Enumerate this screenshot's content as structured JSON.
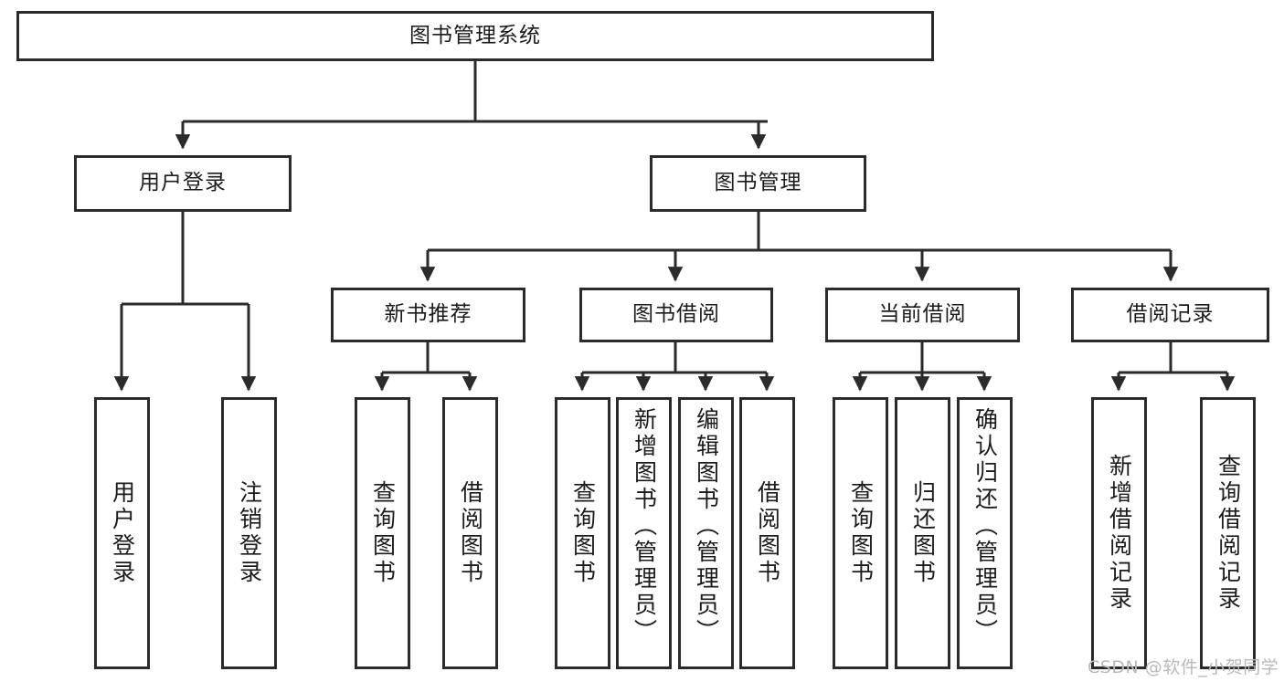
{
  "diagram": {
    "title": "图书管理系统",
    "type": "tree",
    "watermark": "CSDN @软件_小贺同学",
    "colors": {
      "box_border": "#2b2b2b",
      "box_fill": "#ffffff",
      "connector": "#2b2b2b",
      "text": "#1b1b1b",
      "watermark": "#b9b9b9"
    },
    "nodes": {
      "root": {
        "label": "图书管理系统"
      },
      "level2": [
        {
          "id": "user_login",
          "label": "用户登录"
        },
        {
          "id": "book_manage",
          "label": "图书管理"
        }
      ],
      "level3": [
        {
          "id": "new_book_rec",
          "label": "新书推荐"
        },
        {
          "id": "book_borrow",
          "label": "图书借阅"
        },
        {
          "id": "current_borrow",
          "label": "当前借阅"
        },
        {
          "id": "borrow_record",
          "label": "借阅记录"
        }
      ],
      "leaves": [
        {
          "id": "leaf_user_login",
          "label": "用户登录",
          "parent": "user_login"
        },
        {
          "id": "leaf_logout",
          "label": "注销登录",
          "parent": "user_login"
        },
        {
          "id": "leaf_query_book_1",
          "label": "查询图书",
          "parent": "new_book_rec"
        },
        {
          "id": "leaf_borrow_book_1",
          "label": "借阅图书",
          "parent": "new_book_rec"
        },
        {
          "id": "leaf_query_book_2",
          "label": "查询图书",
          "parent": "book_borrow"
        },
        {
          "id": "leaf_add_book",
          "label": "新增图书（管理员）",
          "parent": "book_borrow"
        },
        {
          "id": "leaf_edit_book",
          "label": "编辑图书（管理员）",
          "parent": "book_borrow"
        },
        {
          "id": "leaf_borrow_book_2",
          "label": "借阅图书",
          "parent": "book_borrow"
        },
        {
          "id": "leaf_query_book_3",
          "label": "查询图书",
          "parent": "current_borrow"
        },
        {
          "id": "leaf_return_book",
          "label": "归还图书",
          "parent": "current_borrow"
        },
        {
          "id": "leaf_confirm_return",
          "label": "确认归还（管理员）",
          "parent": "current_borrow"
        },
        {
          "id": "leaf_add_record",
          "label": "新增借阅记录",
          "parent": "borrow_record"
        },
        {
          "id": "leaf_query_record",
          "label": "查询借阅记录",
          "parent": "borrow_record"
        }
      ]
    }
  }
}
